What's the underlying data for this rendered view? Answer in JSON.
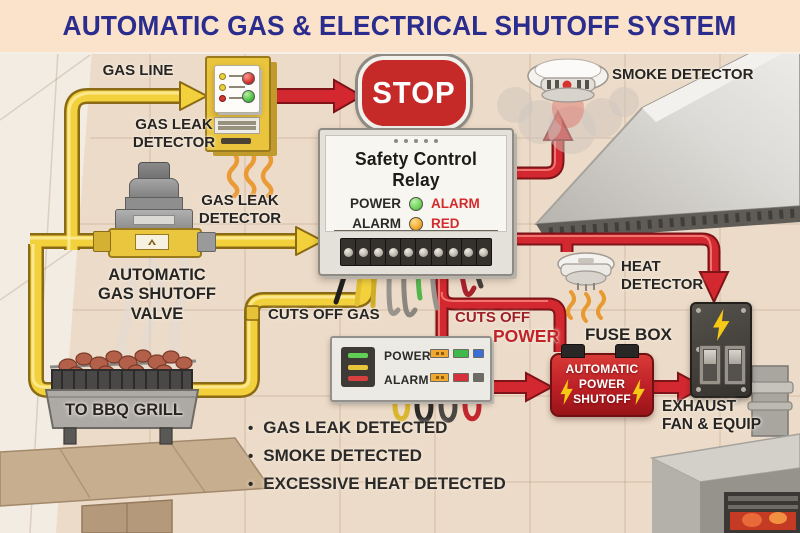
{
  "title": "AUTOMATIC GAS & ELECTRICAL SHUTOFF SYSTEM",
  "labels": {
    "gas_line": "GAS LINE",
    "gas_leak_detector_device": "GAS LEAK\nDETECTOR",
    "gas_leak_detector_sensor": "GAS LEAK\nDETECTOR",
    "gas_shutoff_valve": "AUTOMATIC\nGAS SHUTOFF\nVALVE",
    "cuts_off_gas": "CUTS OFF GAS",
    "to_bbq_grill": "TO BBQ GRILL",
    "smoke_detector": "SMOKE DETECTOR",
    "heat_detector": "HEAT\nDETECTOR",
    "cuts_off": "CUTS OFF",
    "cuts_off_power_word": "POWER",
    "fuse_box": "FUSE BOX",
    "exhaust_fan": "EXHAUST\nFAN & EQUIP"
  },
  "stop_sign": {
    "text": "STOP"
  },
  "relay": {
    "title": "Safety Control Relay",
    "rows": [
      {
        "label": "POWER",
        "led_color": "green",
        "status": "ALARM"
      },
      {
        "label": "ALARM",
        "led_color": "orange",
        "status": "RED"
      }
    ]
  },
  "control_panel": {
    "rows": [
      {
        "label": "POWER"
      },
      {
        "label": "ALARM"
      }
    ]
  },
  "power_shutoff": {
    "line1": "AUTOMATIC",
    "line2": "POWER",
    "line3": "SHUTOFF"
  },
  "alarm_conditions": [
    "GAS LEAK DETECTED",
    "SMOKE DETECTED",
    "EXCESSIVE HEAT DETECTED"
  ],
  "colors": {
    "title_navy": "#2b2d8e",
    "band_peach": "#fbe2ca",
    "wall_beige": "#ecdbc8",
    "alert_red": "#d3282f",
    "pipe_yellow": "#f2d13c",
    "led_green": "#6fd45c",
    "led_orange": "#f2a92f",
    "bolt_yellow": "#f7c917",
    "indicator_orange": "#f0a830",
    "indicator_green": "#3fba4a",
    "indicator_blue": "#3a6fd8",
    "indicator_red": "#d6303a"
  }
}
